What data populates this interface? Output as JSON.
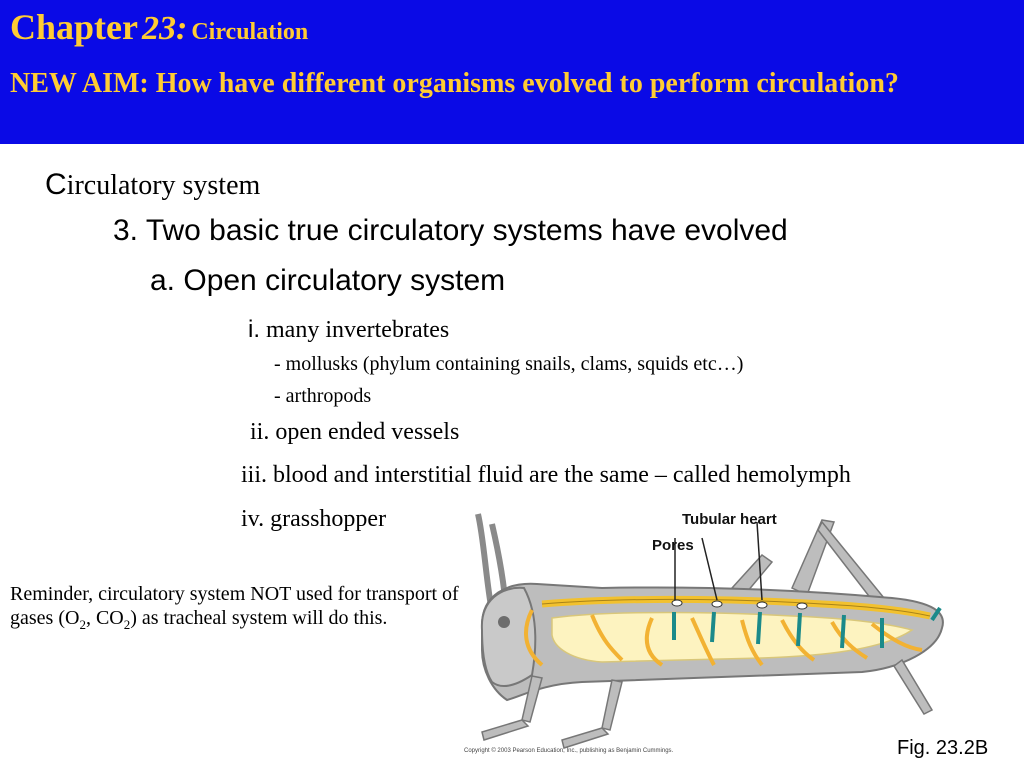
{
  "header": {
    "chapter_word": "Chapter",
    "chapter_number": "23:",
    "chapter_topic": "Circulation",
    "aim": "NEW AIM: How have different organisms evolved to perform circulation?"
  },
  "outline": {
    "heading_first_letter": "C",
    "heading_rest": "irculatory system",
    "point3": "3. Two basic true circulatory systems have evolved",
    "point_a": "a. Open circulatory system",
    "i_marker": "i.",
    "i_text": "many invertebrates",
    "i_sub1": "- mollusks (phylum containing snails, clams, squids etc…)",
    "i_sub2": "- arthropods",
    "ii": "ii. open ended vessels",
    "iii": "iii. blood and interstitial fluid are the same – called hemolymph",
    "iv": "iv. grasshopper"
  },
  "reminder": {
    "part1": "Reminder, circulatory system NOT used for transport of gases (O",
    "sub1": "2",
    "part2": ", CO",
    "sub2": "2",
    "part3": ") as tracheal system will do this."
  },
  "figure": {
    "label_tubular_heart": "Tubular heart",
    "label_pores": "Pores",
    "copyright": "Copyright © 2003 Pearson Education, Inc., publishing as Benjamin Cummings.",
    "caption": "Fig. 23.2B",
    "colors": {
      "body": "#bdbdbd",
      "heart": "#f2c12e",
      "gut": "#fdf3c0",
      "arrow_teal": "#1b8a8a",
      "arrow_gold": "#f2b233"
    }
  },
  "colors": {
    "header_bg": "#0a0ae6",
    "header_text": "#ffcc33"
  }
}
